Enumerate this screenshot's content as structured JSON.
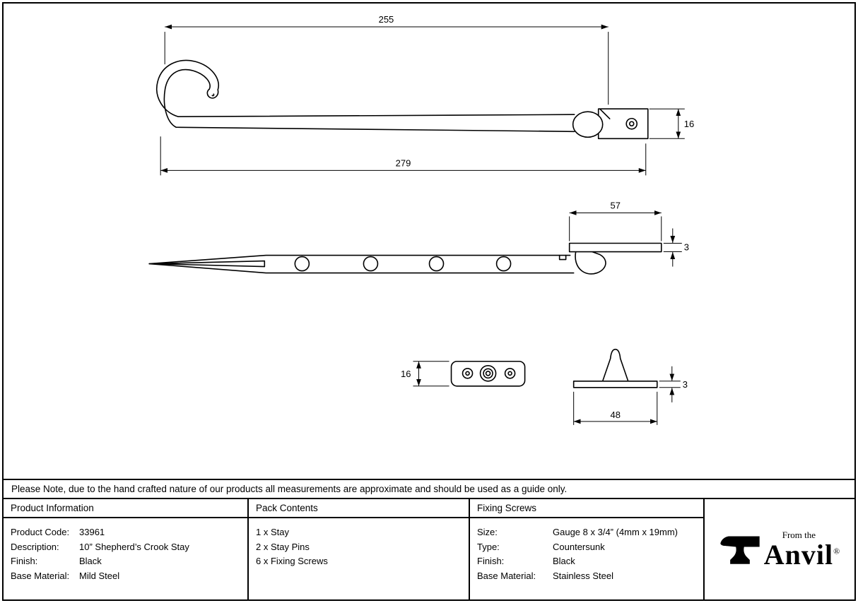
{
  "note": "Please Note, due to the hand crafted nature of our products all measurements are approximate and should be used as a guide only.",
  "drawing": {
    "dim_top_length": "255",
    "dim_overall_length": "279",
    "dim_bracket_height": "16",
    "dim_plate_length": "57",
    "dim_plate_thickness": "3",
    "dim_keep_height": "16",
    "dim_pin_base_width": "48",
    "dim_pin_base_thickness": "3"
  },
  "table": {
    "product_information": {
      "header": "Product Information",
      "rows": [
        {
          "label": "Product Code:",
          "value": "33961"
        },
        {
          "label": "Description:",
          "value": "10” Shepherd’s Crook Stay"
        },
        {
          "label": "Finish:",
          "value": "Black"
        },
        {
          "label": "Base Material:",
          "value": "Mild Steel"
        }
      ]
    },
    "pack_contents": {
      "header": "Pack Contents",
      "items": [
        "1 x Stay",
        "2 x Stay Pins",
        "6 x Fixing Screws"
      ]
    },
    "fixing_screws": {
      "header": "Fixing Screws",
      "rows": [
        {
          "label": "Size:",
          "value": "Gauge 8 x 3/4” (4mm x 19mm)"
        },
        {
          "label": "Type:",
          "value": "Countersunk"
        },
        {
          "label": "Finish:",
          "value": "Black"
        },
        {
          "label": "Base Material:",
          "value": "Stainless Steel"
        }
      ]
    }
  },
  "logo": {
    "prefix": "From the",
    "name": "Anvil",
    "registered": "®"
  }
}
